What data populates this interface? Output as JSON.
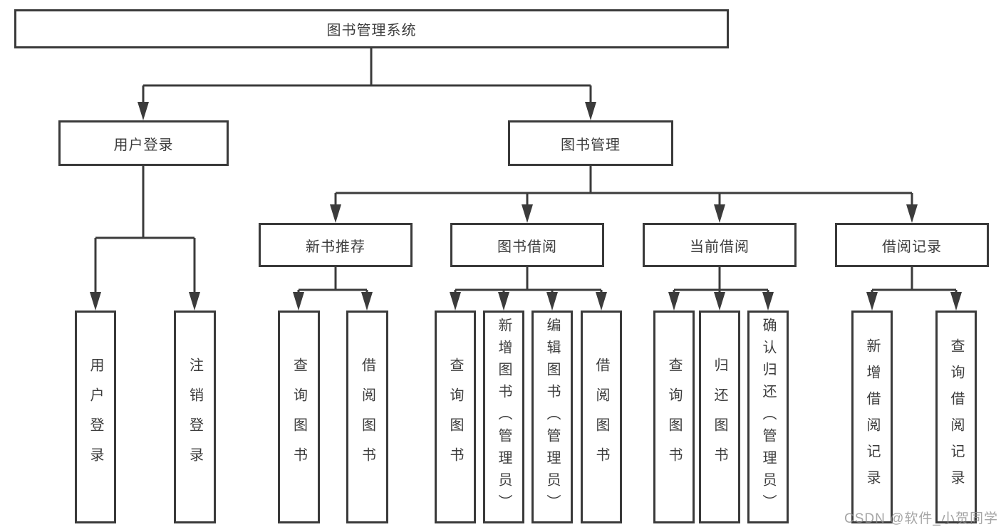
{
  "diagram": {
    "root": {
      "label": "图书管理系统"
    },
    "branches": [
      {
        "label": "用户登录",
        "children": [
          {
            "label": "用户登录"
          },
          {
            "label": "注销登录"
          }
        ]
      },
      {
        "label": "图书管理",
        "children": [
          {
            "label": "新书推荐",
            "children": [
              {
                "label": "查询图书"
              },
              {
                "label": "借阅图书"
              }
            ]
          },
          {
            "label": "图书借阅",
            "children": [
              {
                "label": "查询图书"
              },
              {
                "label": "新增图书（管理员）"
              },
              {
                "label": "编辑图书（管理员）"
              },
              {
                "label": "借阅图书"
              }
            ]
          },
          {
            "label": "当前借阅",
            "children": [
              {
                "label": "查询图书"
              },
              {
                "label": "归还图书"
              },
              {
                "label": "确认归还（管理员）"
              }
            ]
          },
          {
            "label": "借阅记录",
            "children": [
              {
                "label": "新增借阅记录"
              },
              {
                "label": "查询借阅记录"
              }
            ]
          }
        ]
      }
    ]
  },
  "watermark": {
    "text": "CSDN @软件_小贺同学"
  },
  "colors": {
    "line": "#3b3b3b",
    "box_border": "#3a3a3a",
    "text": "#3d3d3d",
    "background": "#ffffff",
    "watermark": "#8c8c8c"
  }
}
